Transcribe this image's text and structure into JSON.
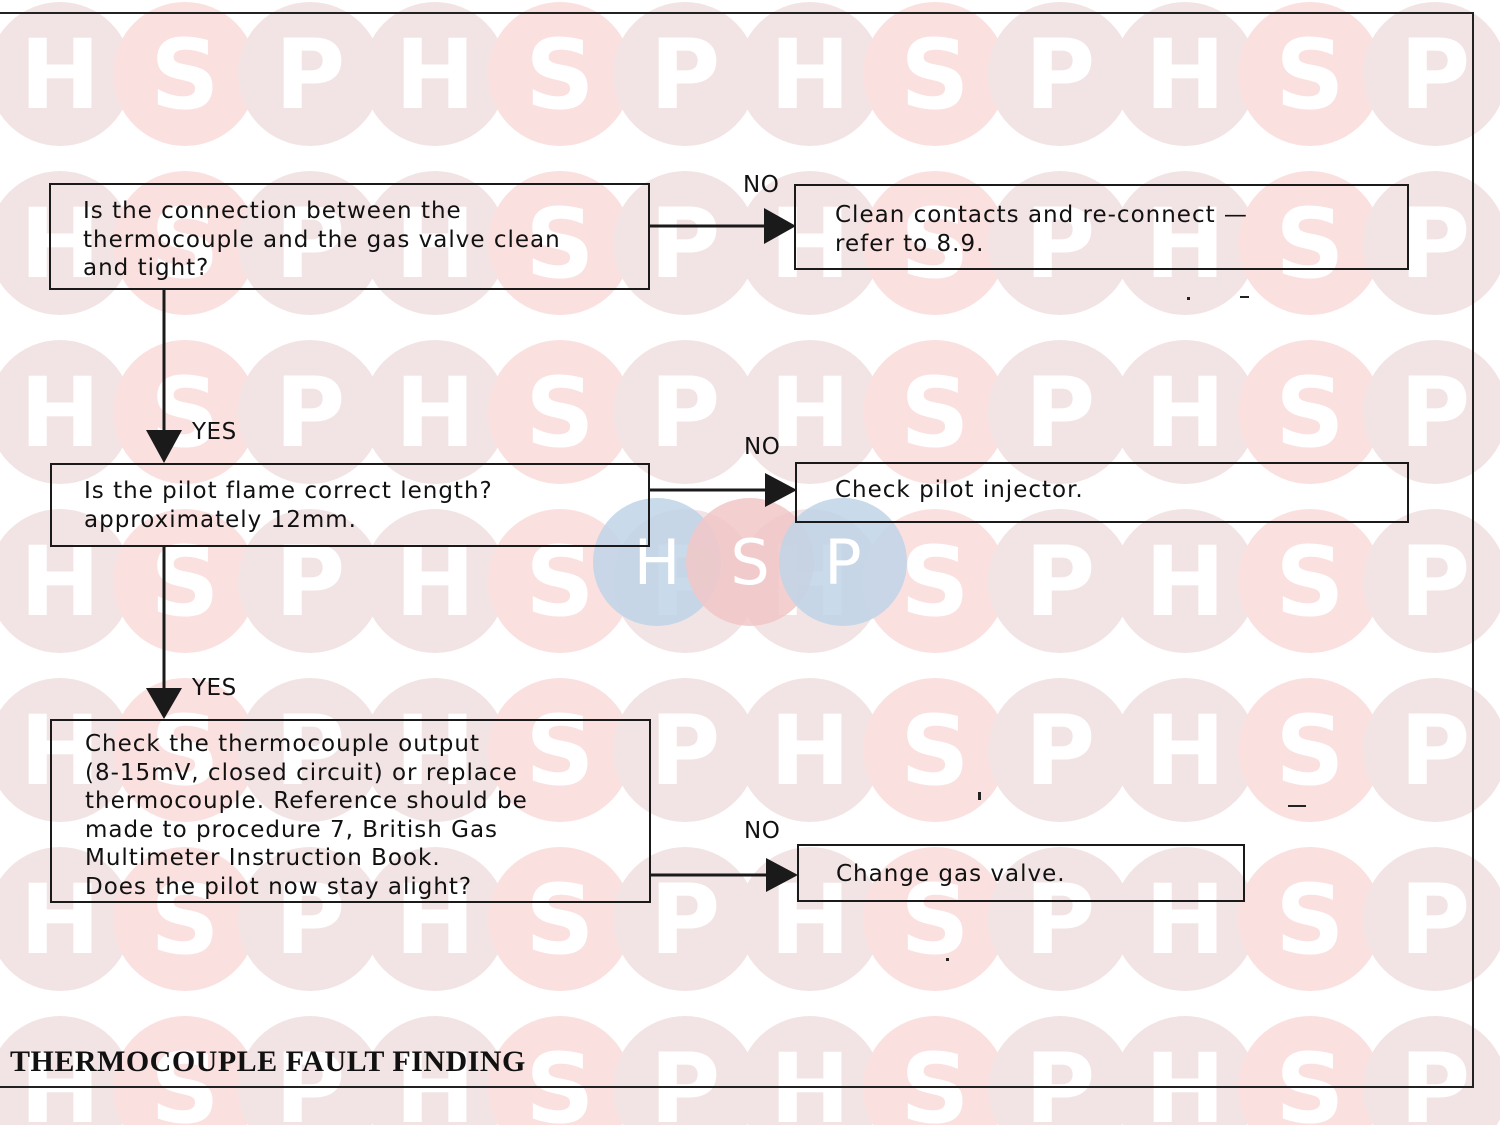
{
  "watermark": {
    "letters": [
      "H",
      "S",
      "P"
    ],
    "colors": {
      "H": "#f2e4e4",
      "S": "#fbe0e0",
      "P": "#f2e4e4",
      "letter": "#ffffff"
    },
    "center_logo_colors": {
      "H": "#bfd3e8",
      "S": "#f1c7c7",
      "P": "#bfd3e8"
    }
  },
  "diagram": {
    "caption": "THERMOCOUPLE FAULT FINDING",
    "questions": [
      {
        "lines": [
          "Is the connection between the",
          "thermocouple and the gas valve clean",
          "and tight?"
        ]
      },
      {
        "lines": [
          "Is the pilot flame correct length?",
          "approximately 12mm."
        ]
      },
      {
        "lines": [
          "Check the thermocouple output",
          "(8-15mV, closed circuit) or replace",
          "thermocouple. Reference should be",
          "made to procedure 7, British Gas",
          "Multimeter Instruction Book.",
          "Does the pilot now stay alight?"
        ]
      }
    ],
    "actions": [
      {
        "lines": [
          "Clean contacts and re-connect —",
          "refer to 8.9."
        ]
      },
      {
        "lines": [
          "Check pilot injector."
        ]
      },
      {
        "lines": [
          "Change gas valve."
        ]
      }
    ],
    "edge_labels": {
      "no_1": "NO",
      "no_2": "NO",
      "no_3": "NO",
      "yes_1": "YES",
      "yes_2": "YES"
    }
  }
}
